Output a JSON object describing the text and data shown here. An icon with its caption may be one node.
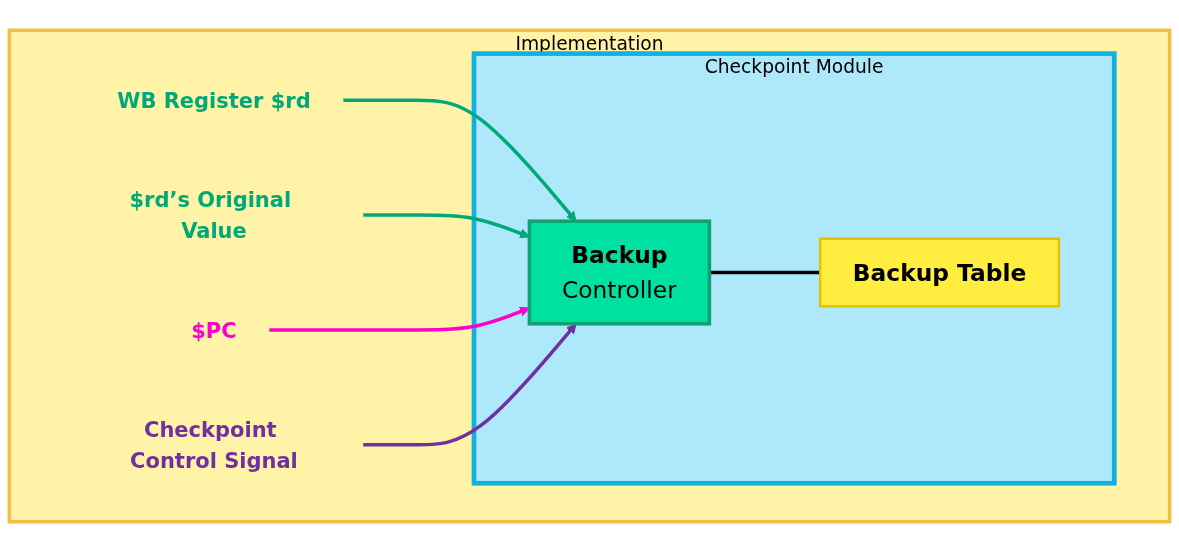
{
  "diagram": {
    "nodes": [
      {
        "text": [
          "Implementation"
        ]
      },
      {
        "text": [
          "Checkpoint Module"
        ],
        "in": 0
      },
      {
        "text": [
          "Backup",
          "Controller"
        ],
        "in": 1
      },
      {
        "text": [
          "Backup Table"
        ],
        "in": 1
      },
      {
        "text": [
          "WB Register $rd"
        ],
        "in": 0
      },
      {
        "text": [
          "$rd’s Original Value"
        ],
        "in": 0
      },
      {
        "text": [
          "$PC"
        ],
        "in": 0
      },
      {
        "text": [
          "Checkpoint Control Signal"
        ],
        "in": 0
      }
    ],
    "edges": [
      {
        "from": 4,
        "to": 2,
        "arrow": "to",
        "color": "#00a87a"
      },
      {
        "from": 5,
        "to": 2,
        "arrow": "to",
        "color": "#00a87a"
      },
      {
        "from": 6,
        "to": 2,
        "arrow": "to",
        "color": "#ff00cc"
      },
      {
        "from": 7,
        "to": 2,
        "arrow": "to",
        "color": "#7030a0"
      },
      {
        "from": 2,
        "to": 3,
        "arrow": "none",
        "color": "#000000"
      }
    ]
  }
}
